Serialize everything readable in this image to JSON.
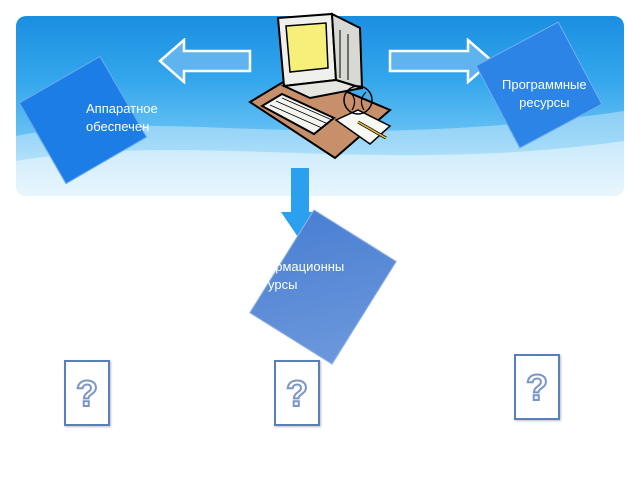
{
  "slide": {
    "nodes": [
      {
        "id": "hardware",
        "label_line1": "Аппаратное",
        "label_line2": "обеспечен"
      },
      {
        "id": "software",
        "label_line1": "Программные",
        "label_line2": "ресурсы"
      },
      {
        "id": "information",
        "label_line1": "ормационны",
        "label_line2": "урсы"
      }
    ],
    "question_cards": [
      {
        "symbol": "?"
      },
      {
        "symbol": "?"
      },
      {
        "symbol": "?"
      }
    ],
    "icons": [
      "computer-clipart-icon",
      "arrow-left-icon",
      "arrow-right-icon",
      "arrow-down-icon",
      "question-mark-icon"
    ],
    "colors": {
      "banner_top": "#1a8fe0",
      "banner_bottom": "#bfe6fb",
      "diamond_dark": "#1c7de6",
      "diamond_mid": "#3d8ee8",
      "diamond_info": "#4f7fd0",
      "arrow_down": "#2aa0ee",
      "card_border": "#5a7fb8"
    }
  }
}
